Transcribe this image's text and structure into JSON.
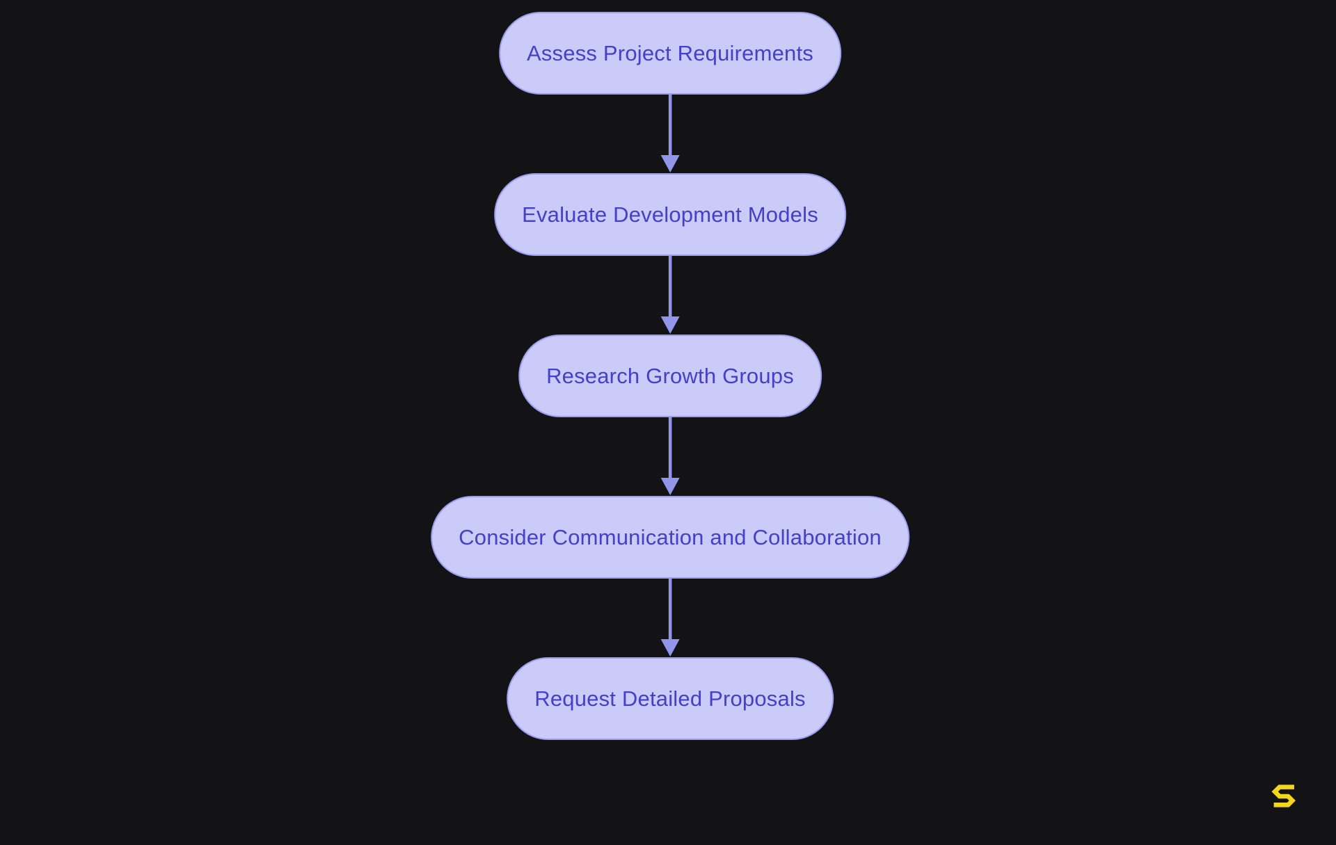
{
  "theme": {
    "bg": "#131316",
    "node_fill": "#cacbf8",
    "node_border": "#9a9df0",
    "node_text": "#4440c8",
    "arrow": "#9196ea",
    "logo": "#f2d71e"
  },
  "flowchart": {
    "type": "vertical-flowchart",
    "nodes": [
      {
        "label": "Assess Project Requirements"
      },
      {
        "label": "Evaluate Development Models"
      },
      {
        "label": "Research Growth Groups"
      },
      {
        "label": "Consider Communication and Collaboration"
      },
      {
        "label": "Request Detailed Proposals"
      }
    ],
    "connections": [
      {
        "from": 0,
        "to": 1
      },
      {
        "from": 1,
        "to": 2
      },
      {
        "from": 2,
        "to": 3
      },
      {
        "from": 3,
        "to": 4
      }
    ]
  },
  "icons": {
    "watermark": "brand-s-icon"
  }
}
